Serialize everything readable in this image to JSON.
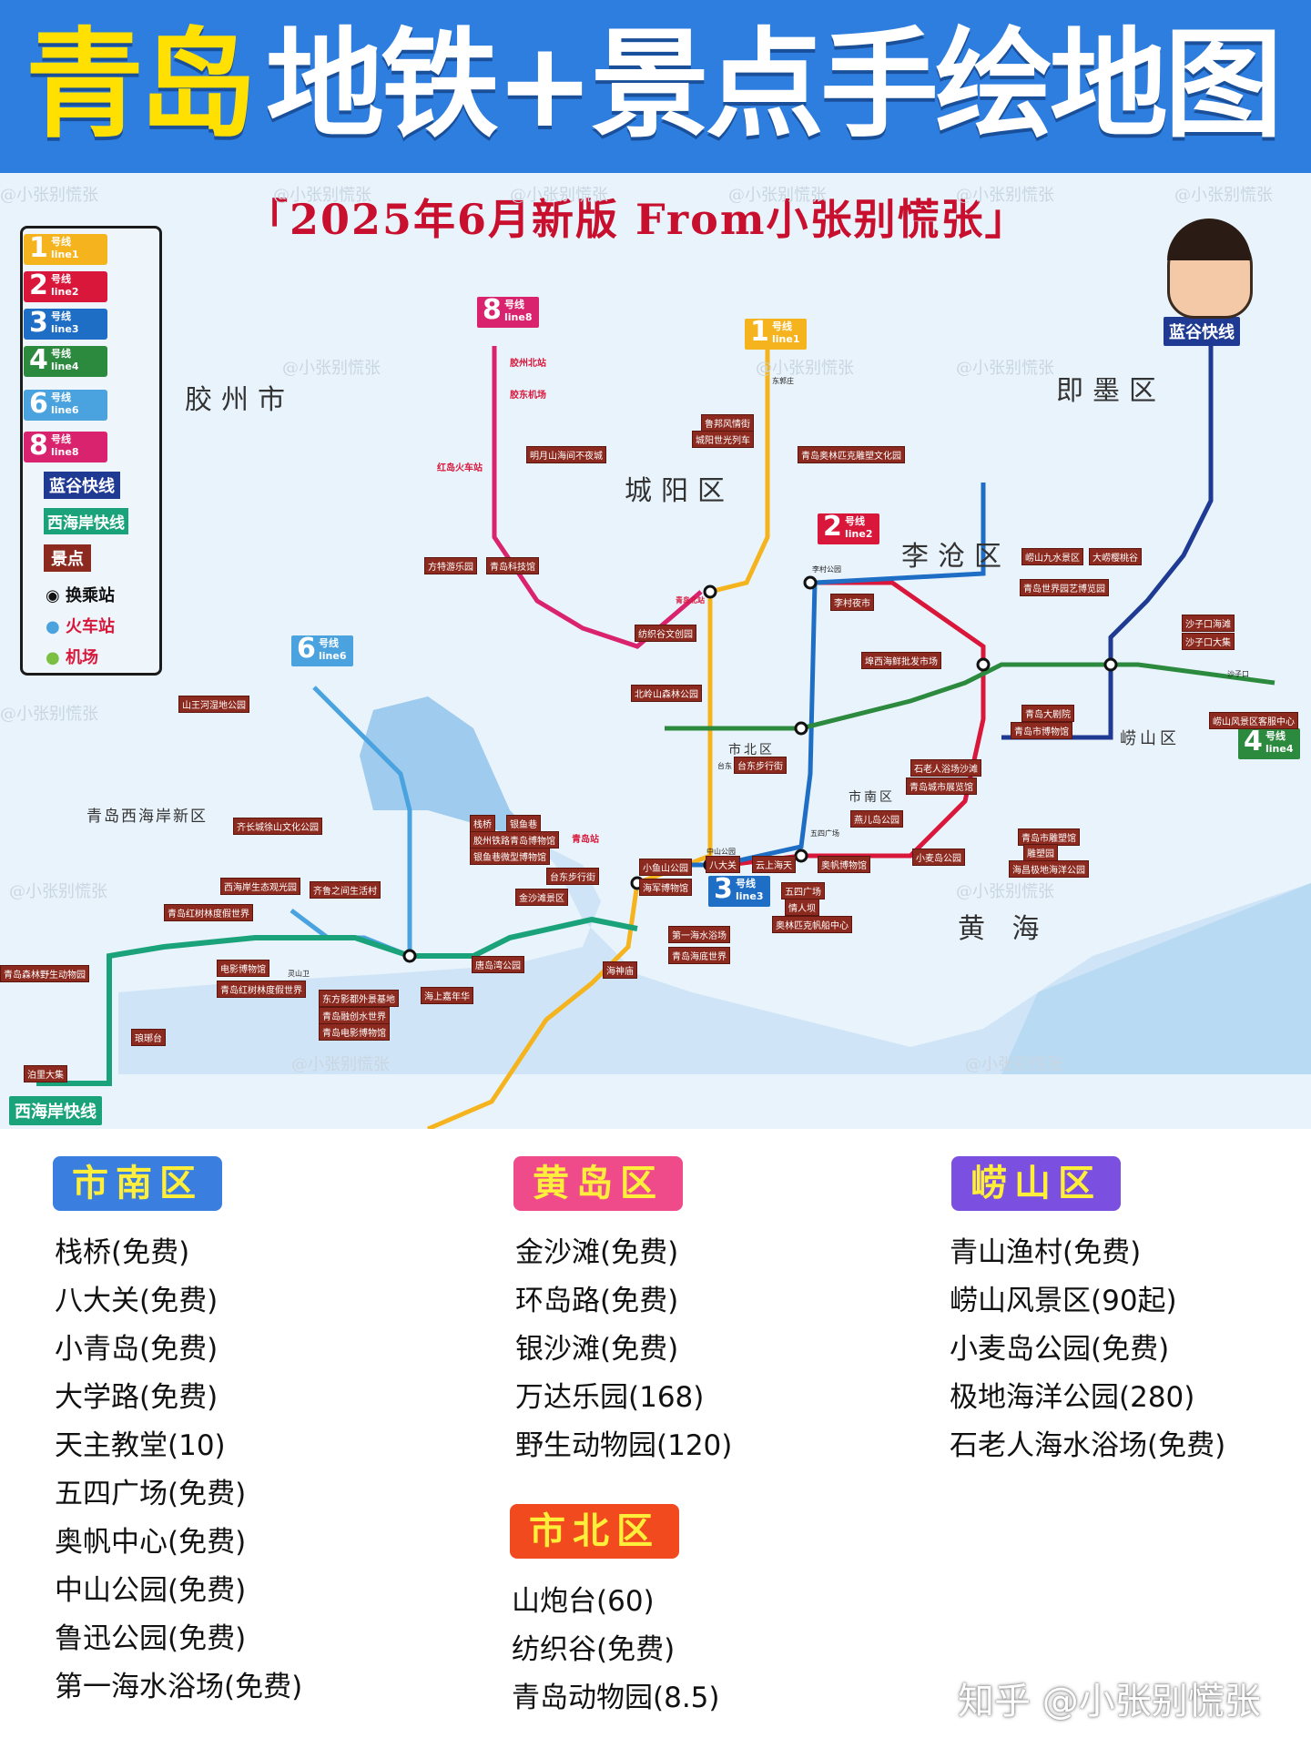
{
  "header": {
    "title_part1": "青岛",
    "title_part2": "地铁+景点手绘地图"
  },
  "subtitle": "「2025年6月新版 From小张别慌张」",
  "watermark": "@小张别慌张",
  "legend": {
    "items": [
      {
        "num": "1",
        "cn": "号线",
        "en": "line1",
        "color": "#f5b41d"
      },
      {
        "num": "2",
        "cn": "号线",
        "en": "line2",
        "color": "#d9173b"
      },
      {
        "num": "3",
        "cn": "号线",
        "en": "line3",
        "color": "#1f6ec6"
      },
      {
        "num": "4",
        "cn": "号线",
        "en": "line4",
        "color": "#2b8a3e"
      },
      {
        "num": "6",
        "cn": "号线",
        "en": "line6",
        "color": "#4aa3df"
      },
      {
        "num": "8",
        "cn": "号线",
        "en": "line8",
        "color": "#d9236e"
      }
    ],
    "lanegu": "蓝谷快线",
    "xihaian": "西海岸快线",
    "jingdian": "景点",
    "transfer": "换乘站",
    "train": "火车站",
    "airport": "机场"
  },
  "colors": {
    "line1": "#f5b41d",
    "line2": "#d9173b",
    "line3": "#1f6ec6",
    "line4": "#2b8a3e",
    "line6": "#4aa3df",
    "line8": "#d9236e",
    "lanegu": "#1f3a93",
    "xihaian": "#1aa37a"
  },
  "districts": {
    "jiaozhou": "胶州市",
    "chengyang": "城阳区",
    "licang": "李沧区",
    "jimo": "即墨区",
    "laoshan": "崂山区",
    "shibei": "市北区",
    "shinan": "市南区",
    "xihaian": "青岛西海岸新区",
    "huanghai": "黄 海"
  },
  "line_badges": {
    "line8": {
      "n": "8",
      "cn": "号线",
      "en": "line8"
    },
    "line1": {
      "n": "1",
      "cn": "号线",
      "en": "line1"
    },
    "line2": {
      "n": "2",
      "cn": "号线",
      "en": "line2"
    },
    "line6": {
      "n": "6",
      "cn": "号线",
      "en": "line6"
    },
    "line3": {
      "n": "3",
      "cn": "号线",
      "en": "line3"
    },
    "line4": {
      "n": "4",
      "cn": "号线",
      "en": "line4"
    },
    "lanegu": "蓝谷快线",
    "xihaian": "西海岸快线"
  },
  "stations": {
    "jiaozhou_north": "胶州北站",
    "jiaodong_airport": "胶东机场",
    "hongdao": "红岛火车站",
    "qingdao_north": "青岛北站",
    "qingdao_station": "青岛站",
    "dongguo": "东郭庄",
    "licun": "李村公园",
    "shazikou": "沙子口",
    "wusi": "五四广场",
    "taidong": "台东",
    "zhongshan": "中山公园",
    "huangdao_zero": "灵山卫"
  },
  "pois": [
    "鲁邦风情街",
    "城阳世光列车",
    "青岛奥林匹克雕塑文化园",
    "明月山海间不夜城",
    "方特游乐园",
    "青岛科技馆",
    "崂山九水景区",
    "大崂樱桃谷",
    "青岛世界园艺博览园",
    "沙子口海滩",
    "沙子口大集",
    "纺织谷文创园",
    "李村夜市",
    "埠西海鲜批发市场",
    "北岭山森林公园",
    "山王河湿地公园",
    "青岛大剧院",
    "青岛市博物馆",
    "崂山风景区客服中心",
    "石老人浴场沙滩",
    "青岛城市展览馆",
    "青岛市雕塑馆",
    "雕塑园",
    "海昌极地海洋公园",
    "齐长城徐山文化公园",
    "栈桥",
    "银鱼巷",
    "胶州铁路青岛博物馆",
    "银鱼巷微型博物馆",
    "台东步行街",
    "西海岸生态观光园",
    "齐鲁之间生活村",
    "青岛红树林度假世界",
    "金沙滩景区",
    "台东步行街",
    "小鱼山公园",
    "海军博物馆",
    "八大关",
    "云上海天",
    "奥帆博物馆",
    "五四广场",
    "情人坝",
    "奥林匹克帆船中心",
    "燕儿岛公园",
    "小麦岛公园",
    "第一海水浴场",
    "青岛海底世界",
    "海神庙",
    "唐岛湾公园",
    "电影博物馆",
    "青岛红树林度假世界",
    "东方影都外景基地",
    "青岛融创水世界",
    "青岛电影博物馆",
    "海上嘉年华",
    "青岛森林野生动物园",
    "琅琊台",
    "泊里大集"
  ],
  "sections": {
    "shinan": {
      "title": "市南区",
      "items": [
        "栈桥(免费)",
        "八大关(免费)",
        "小青岛(免费)",
        "大学路(免费)",
        "天主教堂(10)",
        "五四广场(免费)",
        "奥帆中心(免费)",
        "中山公园(免费)",
        "鲁迅公园(免费)",
        "第一海水浴场(免费)"
      ]
    },
    "huangdao": {
      "title": "黄岛区",
      "items": [
        "金沙滩(免费)",
        "环岛路(免费)",
        "银沙滩(免费)",
        "万达乐园(168)",
        "野生动物园(120)"
      ]
    },
    "laoshan": {
      "title": "崂山区",
      "items": [
        "青山渔村(免费)",
        "崂山风景区(90起)",
        "小麦岛公园(免费)",
        "极地海洋公园(280)",
        "石老人海水浴场(免费)"
      ]
    },
    "shibei": {
      "title": "市北区",
      "items": [
        "山炮台(60)",
        "纺织谷(免费)",
        "青岛动物园(8.5)"
      ]
    }
  },
  "footer": "知乎 @小张别慌张"
}
